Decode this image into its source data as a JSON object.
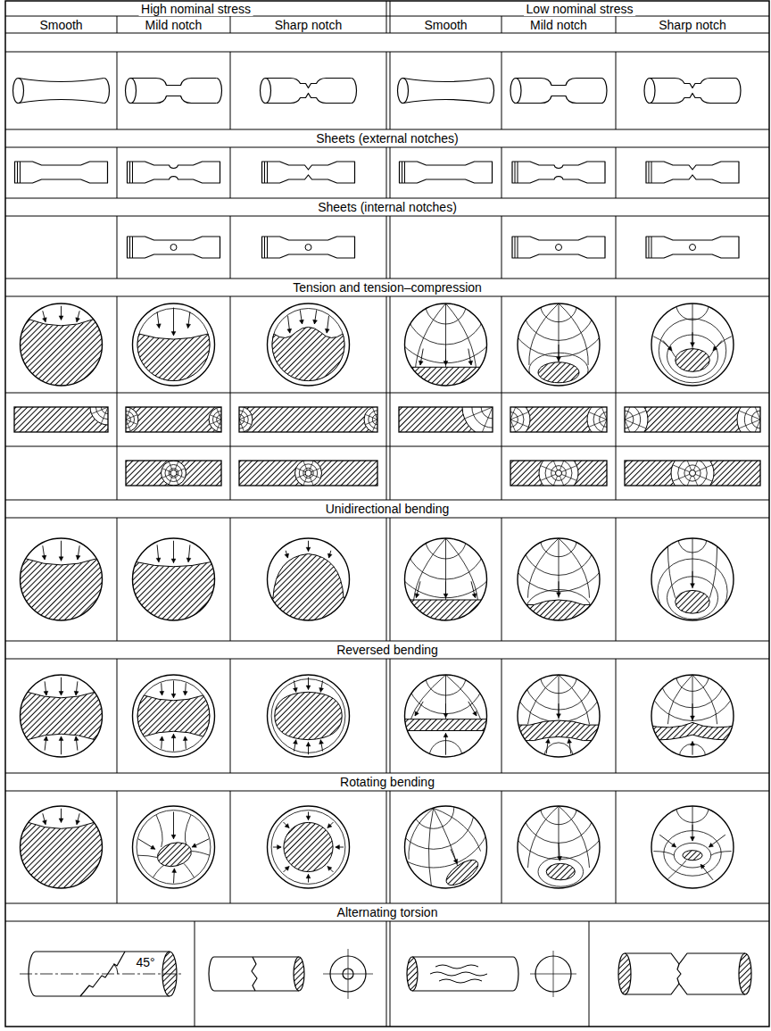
{
  "diagram": {
    "labels": [
      "High nominal stress",
      "Low nominal stress",
      "Smooth",
      "Mild notch",
      "Sharp notch",
      "Smooth",
      "Mild notch",
      "Sharp notch",
      "Sheets (external notches)",
      "Sheets (internal notches)",
      "Tension and tension–compression",
      "Unidirectional bending",
      "Reversed bending",
      "Rotating bending",
      "Alternating torsion",
      "45°"
    ]
  }
}
